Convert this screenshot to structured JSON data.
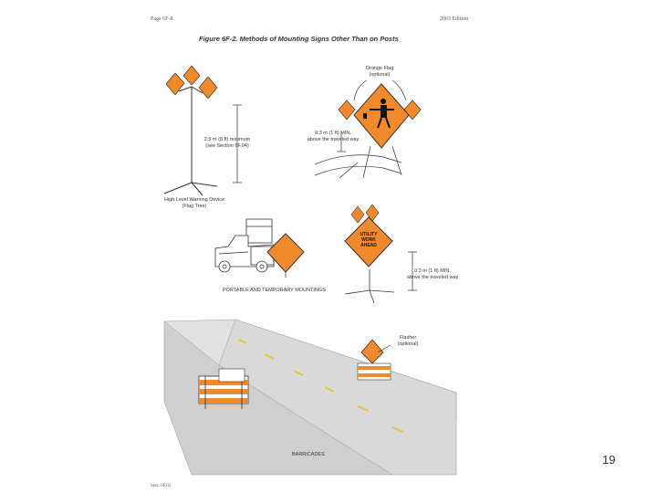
{
  "header": {
    "page": "Page 6F-8",
    "edition": "2003 Edition"
  },
  "figure": {
    "title": "Figure 6F-2.  Methods of Mounting Signs Other Than on Posts"
  },
  "labels": {
    "flag_tree_height": "2.5 m (8 ft) minimum\n(see Section 6F.04)",
    "flag_tree_name": "High Level Warning Device\n(Flag Tree)",
    "orange_flag": "Orange Flag\n(optional)",
    "sign_height_top": "0.3 m (1 ft) MIN.\nabove the traveled way",
    "sign_height_bottom": "0.3 m (1 ft) MIN.\nabove the traveled way",
    "section_portable": "PORTABLE AND TEMPORARY MOUNTINGS",
    "flasher": "Flasher\n(optional)",
    "section_barricades": "BARRICADES",
    "sign_text": [
      "UTILITY",
      "WORK",
      "AHEAD"
    ]
  },
  "footer": {
    "sect": "Sect. 6F.02"
  },
  "slide_number": "19",
  "colors": {
    "orange": "#f08a2c",
    "line": "#333333",
    "road": "#d9d9d9",
    "stripe": "#e6c13a"
  }
}
